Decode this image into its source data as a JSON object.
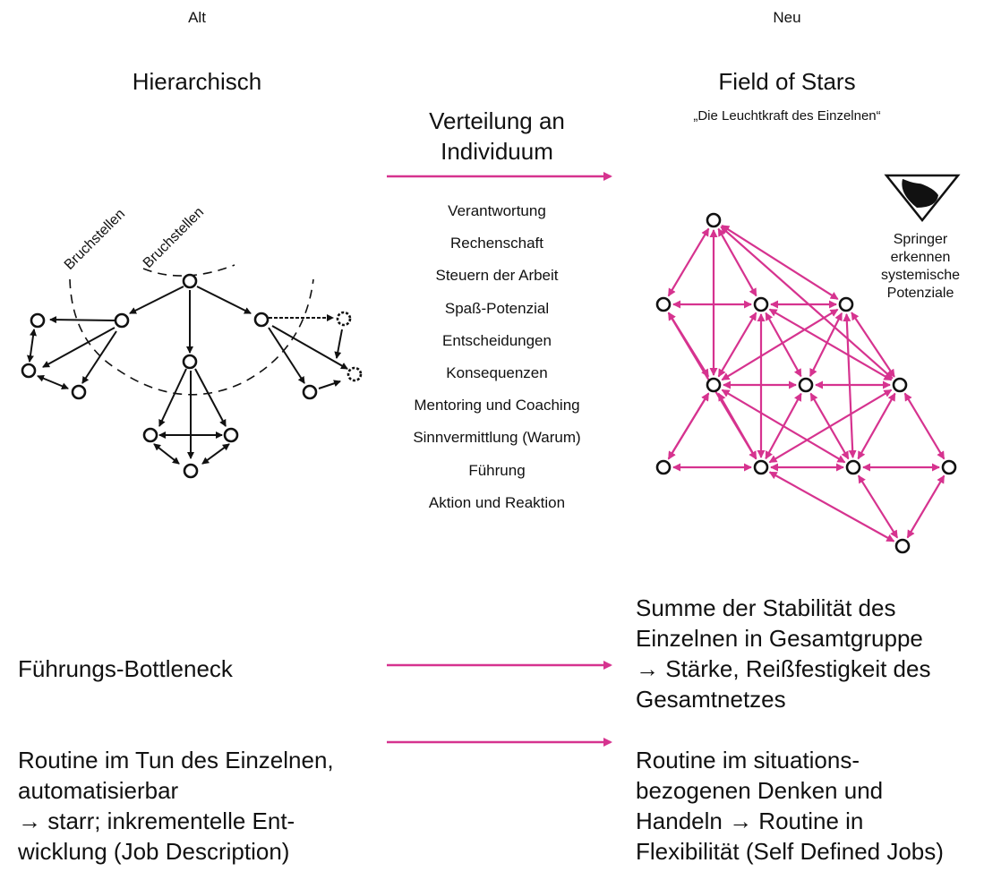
{
  "headers": {
    "left": "Alt",
    "right": "Neu"
  },
  "left": {
    "title": "Hierarchisch",
    "break_labels": [
      "Bruchstellen",
      "Bruchstellen"
    ]
  },
  "middle": {
    "title_line1": "Verteilung an",
    "title_line2": "Individuum",
    "items": [
      "Verantwortung",
      "Rechenschaft",
      "Steuern der Arbeit",
      "Spaß-Potenzial",
      "Entscheidungen",
      "Konsequenzen",
      "Mentoring und Coaching",
      "Sinnvermittlung (Warum)",
      "Führung",
      "Aktion und Reaktion"
    ]
  },
  "right": {
    "title": "Field of Stars",
    "subtitle": "„Die Leuchtkraft des Einzelnen“",
    "springer_lines": [
      "Springer",
      "erkennen",
      "systemische",
      "Potenziale"
    ]
  },
  "rows": [
    {
      "left_lines": [
        "Führungs-Bottleneck"
      ],
      "right_lines": [
        "Summe der Stabilität des",
        "Einzelnen in Gesamtgruppe",
        "→ Stärke, Reißfestigkeit des",
        "Gesamtnetzes"
      ]
    },
    {
      "left_lines": [
        "Routine im Tun des Einzelnen,",
        "automatisierbar",
        "→ starr; inkrementelle Ent-",
        "wicklung (Job Description)"
      ],
      "right_lines": [
        "Routine im situations-",
        "bezogenen Denken und",
        "Handeln → Routine in",
        "Flexibilität (Self Defined Jobs)"
      ]
    }
  ],
  "colors": {
    "accent": "#d6338f",
    "ink": "#111111"
  }
}
